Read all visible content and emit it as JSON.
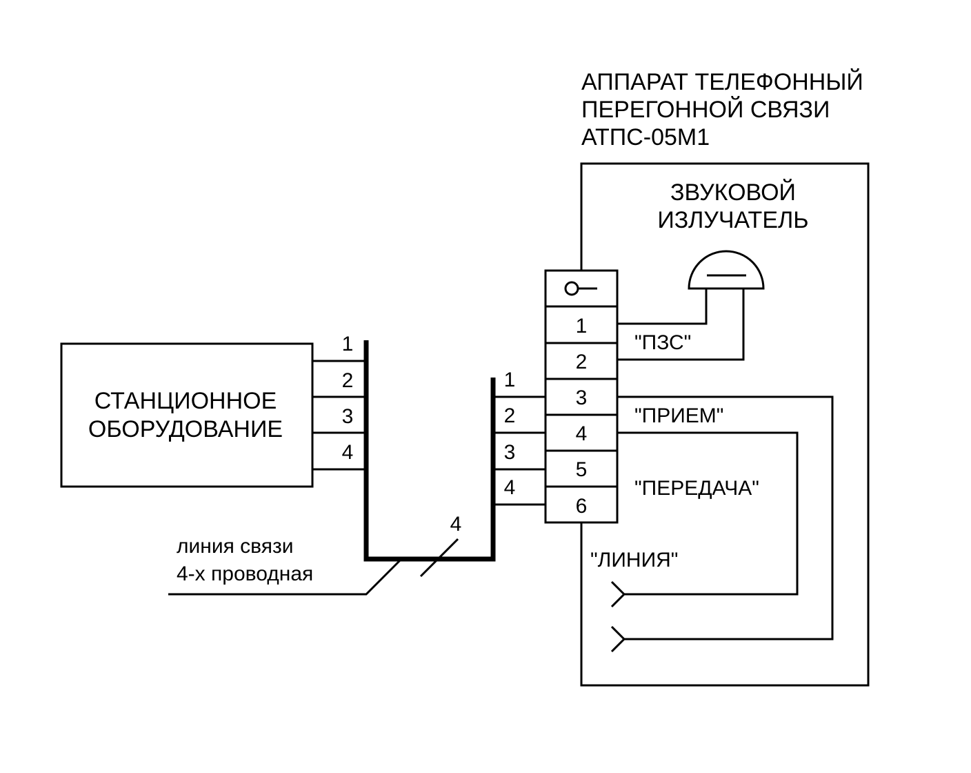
{
  "device": {
    "title_line1": "АППАРАТ ТЕЛЕФОННЫЙ",
    "title_line2": "ПЕРЕГОННОЙ СВЯЗИ",
    "title_line3": "АТПС-05М1"
  },
  "emitter": {
    "label_line1": "ЗВУКОВОЙ",
    "label_line2": "ИЗЛУЧАТЕЛЬ"
  },
  "station": {
    "label_line1": "СТАНЦИОННОЕ",
    "label_line2": "ОБОРУДОВАНИЕ",
    "pins": [
      "1",
      "2",
      "3",
      "4"
    ]
  },
  "cable_right": {
    "pins": [
      "1",
      "2",
      "3",
      "4"
    ]
  },
  "terminal_block": {
    "pins": [
      "1",
      "2",
      "3",
      "4",
      "5",
      "6"
    ]
  },
  "signals": {
    "pzs": "\"ПЗС\"",
    "priem": "\"ПРИЕМ\"",
    "peredacha": "\"ПЕРЕДАЧА\"",
    "liniya": "\"ЛИНИЯ\""
  },
  "line": {
    "label_line1": "линия связи",
    "label_line2": "4-х проводная",
    "wire_count": "4"
  }
}
